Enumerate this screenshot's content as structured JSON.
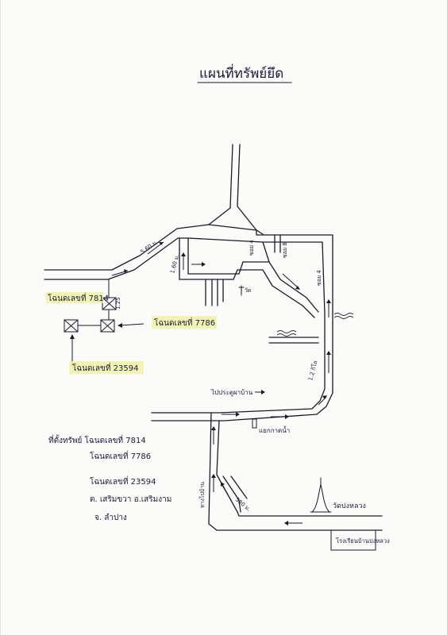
{
  "title": "แผนที่ทรัพย์ยึด",
  "plots": {
    "lot_7814": "โฉนดเลขที่ 7814",
    "lot_7786": "โฉนดเลขที่ 7786",
    "lot_23594": "โฉนดเลขที่ 23594"
  },
  "road_labels": {
    "r1": "5.60 ม.",
    "r2": "1.60 ม.",
    "r3": "1.25",
    "r4": "ซอย 4",
    "r5": "ซอย 8",
    "r6": "ซอย 4",
    "r7": "1.2 กิโล",
    "r8": "ไปประตูผาบ้าน",
    "r9": "580 ม.",
    "r10": "ทางไปบ้าน"
  },
  "landmarks": {
    "temple_sign": "วัด",
    "market": "แยกกาดน้ำ",
    "temple_name": "วัดปงหลวง",
    "school": "โรงเรียนบ้านปงหลวง"
  },
  "info": {
    "line1": "ที่ตั้งทรัพย์  โฉนดเลขที่ 7814",
    "line2": "โฉนดเลขที่ 7786",
    "line3": "โฉนดเลขที่ 23594",
    "line4": "ต. เสริมขวา  อ.เสริมงาม",
    "line5": "จ. ลำปาง"
  }
}
